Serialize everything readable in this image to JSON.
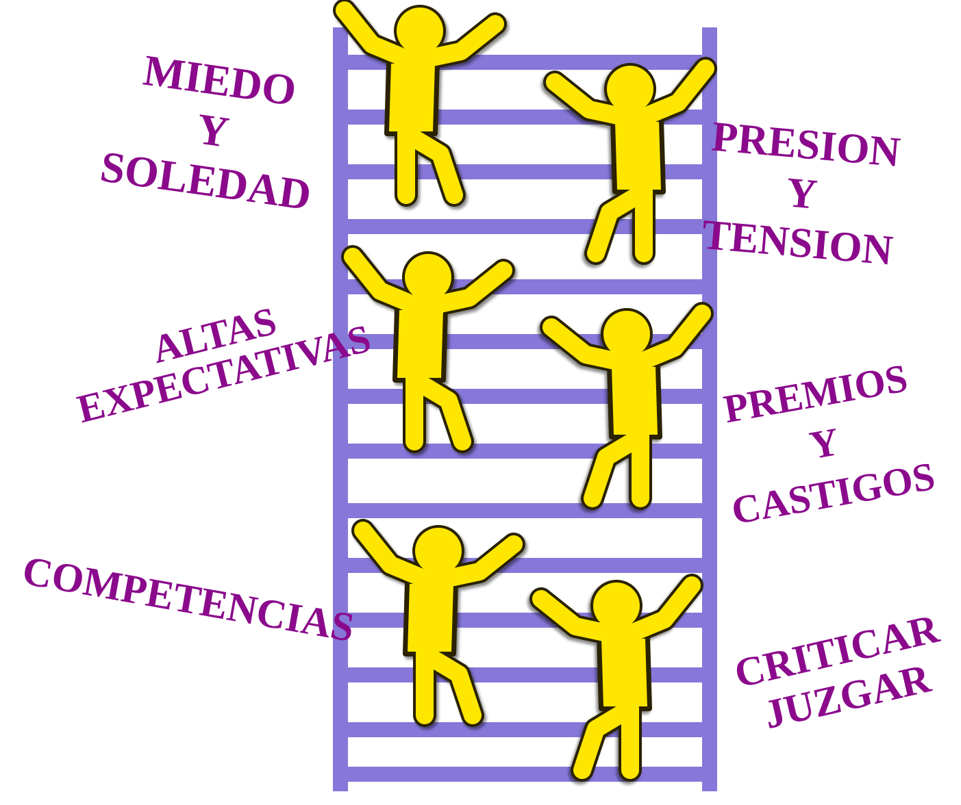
{
  "colors": {
    "label_text": "#8b0a8c",
    "ladder": "#8677d9",
    "figure_fill": "#ffe600",
    "figure_outline": "#2a2200",
    "background": "#ffffff"
  },
  "labels": {
    "miedo": {
      "line1": "MIEDO",
      "line2": "Y",
      "line3": "SOLEDAD"
    },
    "presion": {
      "line1": "PRESION",
      "line2": "Y",
      "line3": "TENSION"
    },
    "altas": {
      "line1": "ALTAS",
      "line2": "EXPECTATIVAS"
    },
    "premios": {
      "line1": "PREMIOS",
      "line2": "Y",
      "line3": "CASTIGOS"
    },
    "competencias": {
      "line1": "COMPETENCIAS"
    },
    "criticar": {
      "line1": "CRITICAR",
      "line2": "JUZGAR"
    }
  },
  "illustration": {
    "ladder_icon": "ladder-icon",
    "figure_icon": "stick-figure-climber-icon",
    "figure_count": 6,
    "ladder_rung_count": 14
  }
}
